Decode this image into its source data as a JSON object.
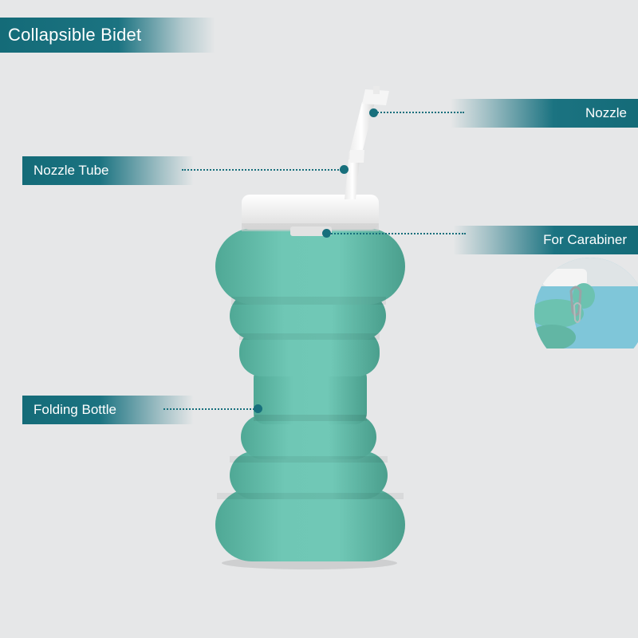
{
  "title": "Collapsible Bidet",
  "labels": {
    "nozzle": "Nozzle",
    "nozzle_tube": "Nozzle Tube",
    "for_carabiner": "For Carabiner",
    "folding_bottle": "Folding Bottle"
  },
  "colors": {
    "background": "#e6e7e8",
    "label_teal": "#146b78",
    "bottle_mint": "#6cc2b0",
    "lid_white": "#f2f2f2",
    "callout_teal": "#176f7c",
    "inset_blue": "#7fc6d9"
  },
  "icons": {
    "carabiner_inset": "carabiner-closeup-image"
  }
}
